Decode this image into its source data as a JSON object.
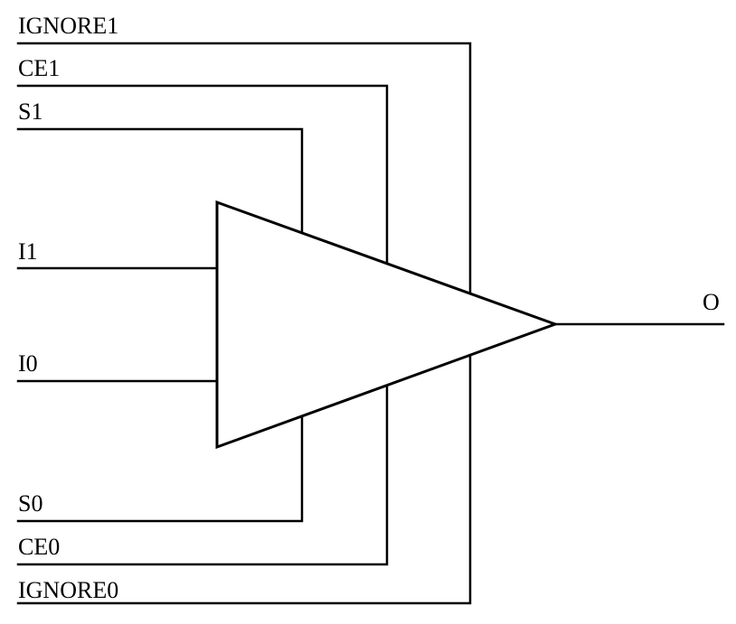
{
  "diagram": {
    "component": {
      "shape": "triangle"
    },
    "pins": {
      "ignore1": "IGNORE1",
      "ce1": "CE1",
      "s1": "S1",
      "i1": "I1",
      "i0": "I0",
      "s0": "S0",
      "ce0": "CE0",
      "ignore0": "IGNORE0",
      "o": "O"
    },
    "colors": {
      "stroke": "#000000",
      "background": "#ffffff"
    }
  }
}
